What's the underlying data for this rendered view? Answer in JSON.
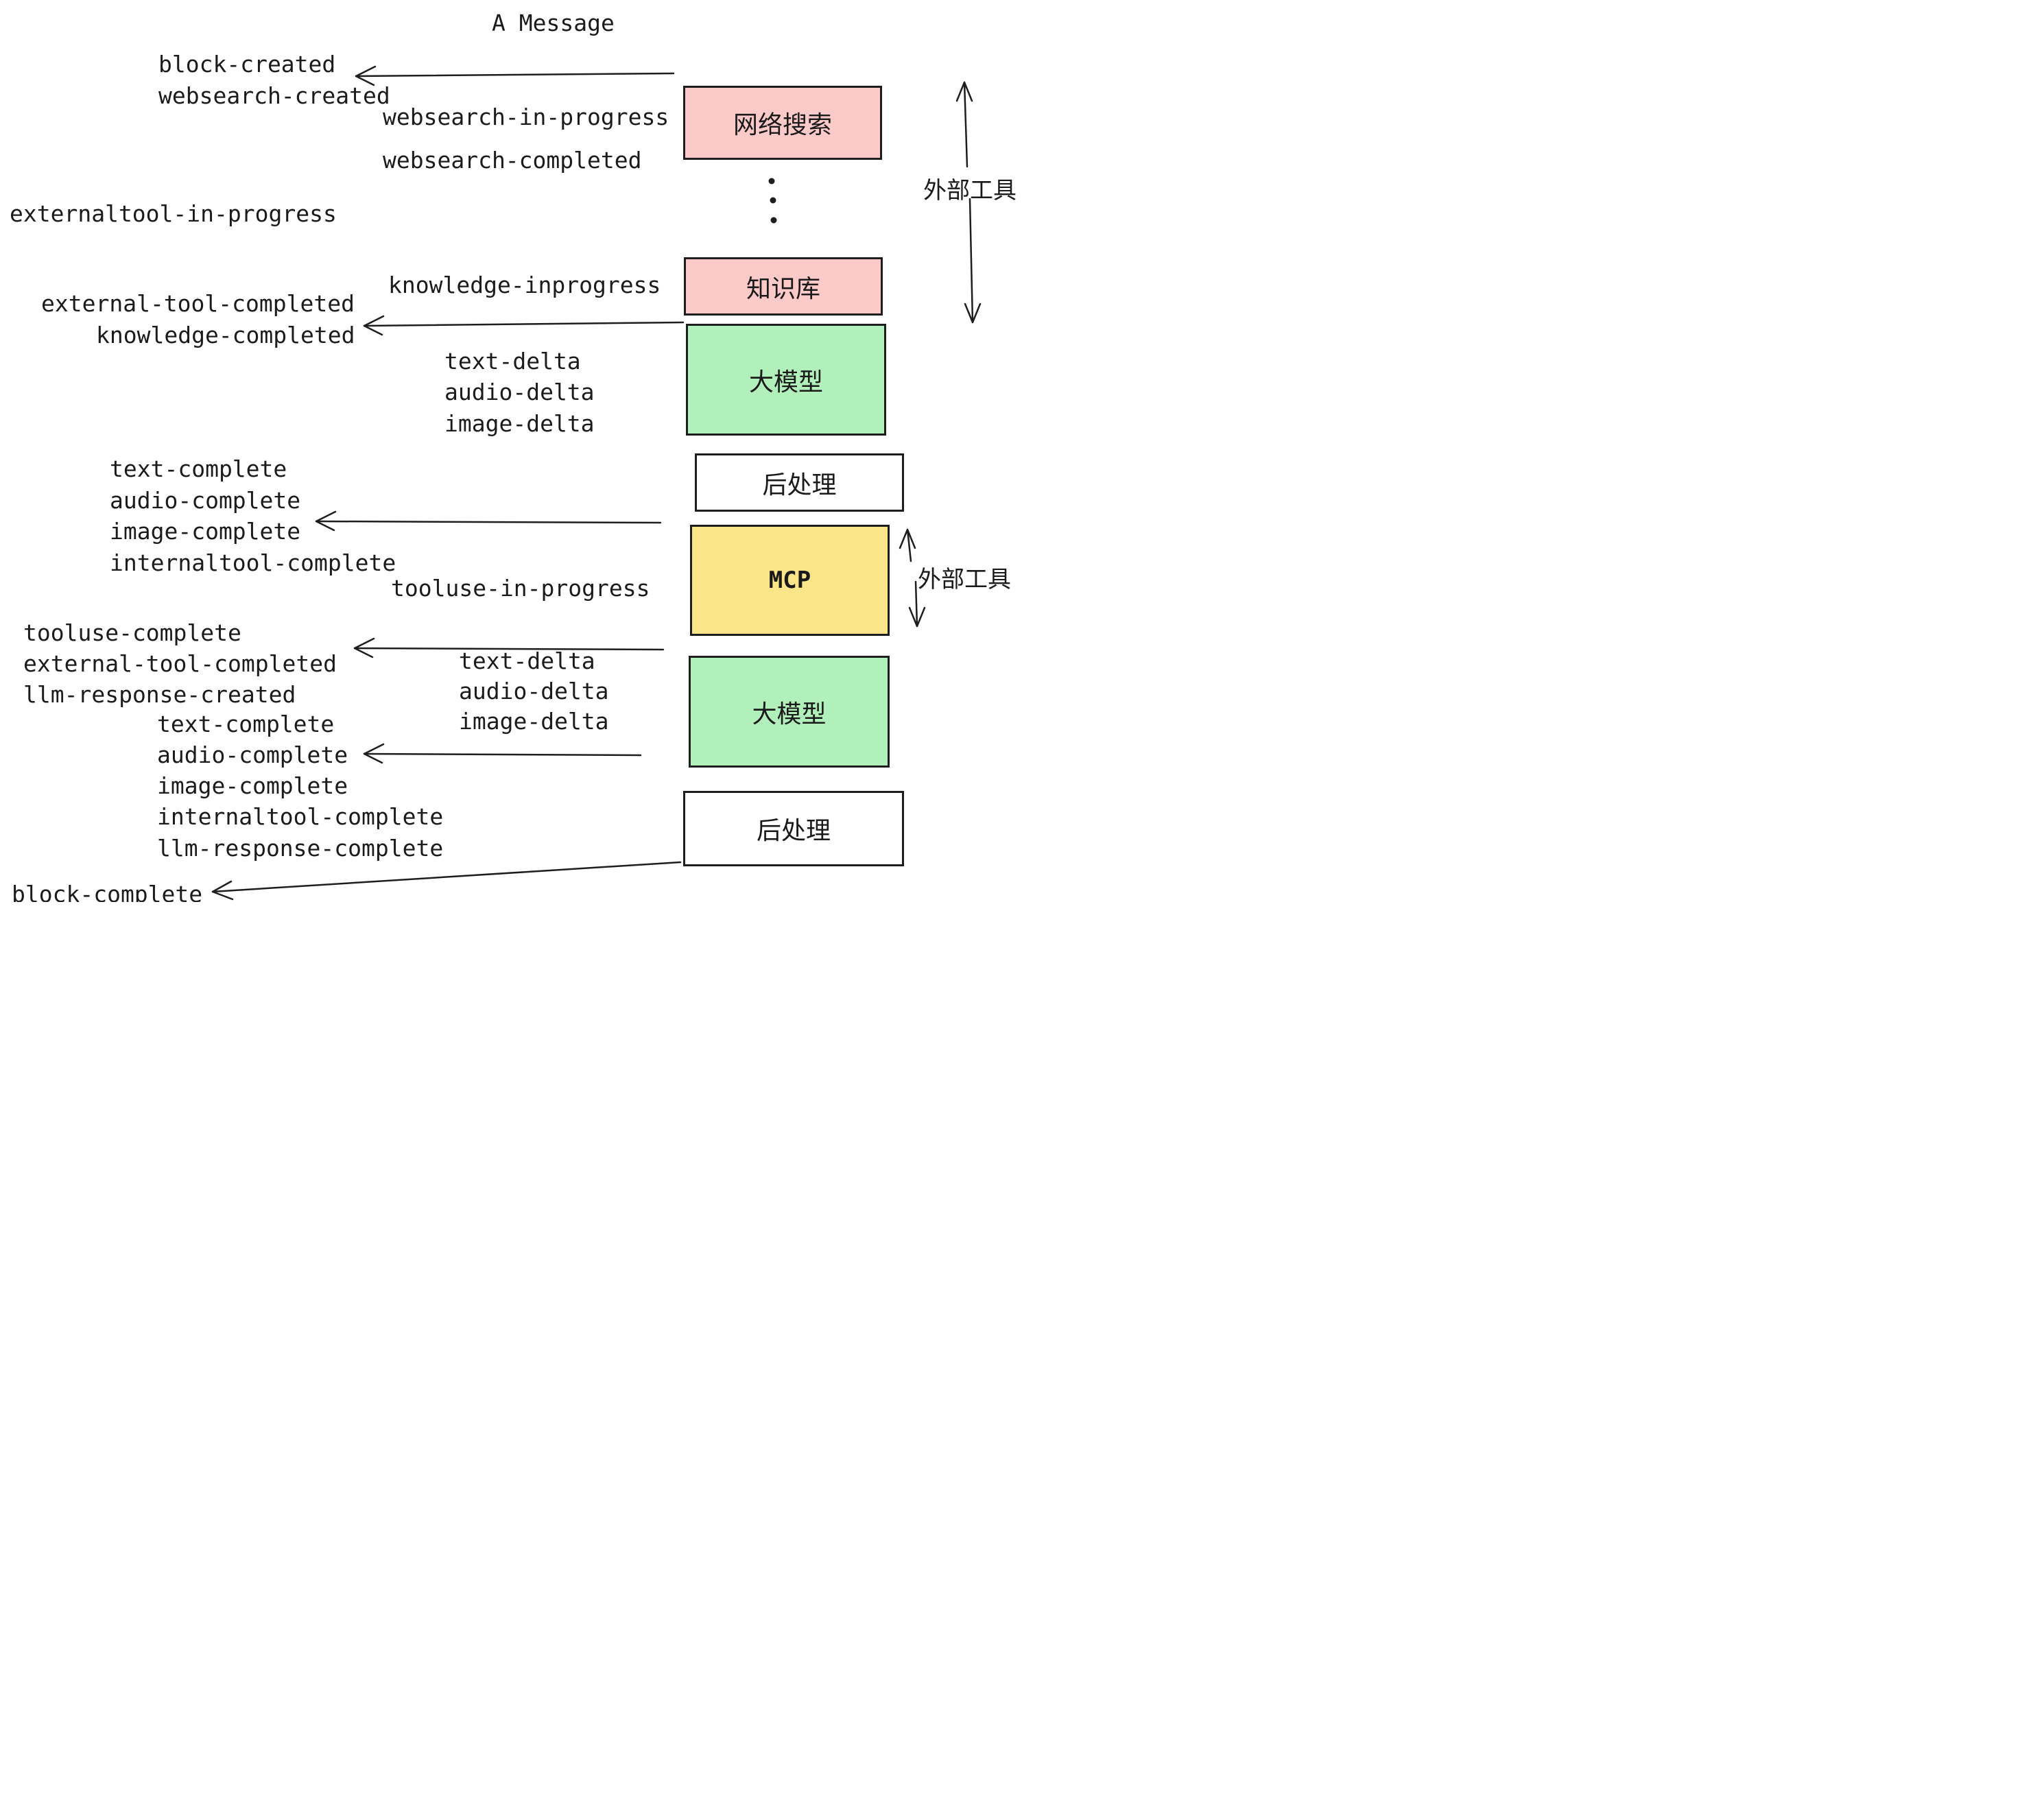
{
  "title": "A Message",
  "palette": {
    "pink": "#fdcaca",
    "green": "#b2f0bb",
    "yellow": "#fae588",
    "ink": "#1e1e1e",
    "background": "#ffffff"
  },
  "boxes": [
    {
      "label": "网络搜索"
    },
    {
      "label": "知识库"
    },
    {
      "label": "大模型"
    },
    {
      "label": "后处理"
    },
    {
      "label": "MCP"
    },
    {
      "label": "大模型"
    },
    {
      "label": "后处理"
    }
  ],
  "side": {
    "external_tool_top": "外部工具",
    "external_tool_bottom": "外部工具"
  },
  "events": {
    "block_created": "block-created",
    "websearch_created": "websearch-created",
    "websearch_in_progress": "websearch-in-progress",
    "websearch_completed": "websearch-completed",
    "externaltool_in_progress": "externaltool-in-progress",
    "knowledge_inprogress": "knowledge-inprogress",
    "external_tool_completed": "external-tool-completed",
    "knowledge_completed": "knowledge-completed",
    "text_delta": "text-delta",
    "audio_delta": "audio-delta",
    "image_delta": "image-delta",
    "text_complete": "text-complete",
    "audio_complete": "audio-complete",
    "image_complete": "image-complete",
    "internaltool_complete": "internaltool-complete",
    "tooluse_in_progress": "tooluse-in-progress",
    "tooluse_complete": "tooluse-complete",
    "external_tool_completed_2": "external-tool-completed",
    "llm_response_created": "llm-response-created",
    "text_complete_2": "text-complete",
    "audio_complete_2": "audio-complete",
    "image_complete_2": "image-complete",
    "internaltool_complete_2": "internaltool-complete",
    "llm_response_complete": "llm-response-complete",
    "block_complete": "block-complete"
  }
}
